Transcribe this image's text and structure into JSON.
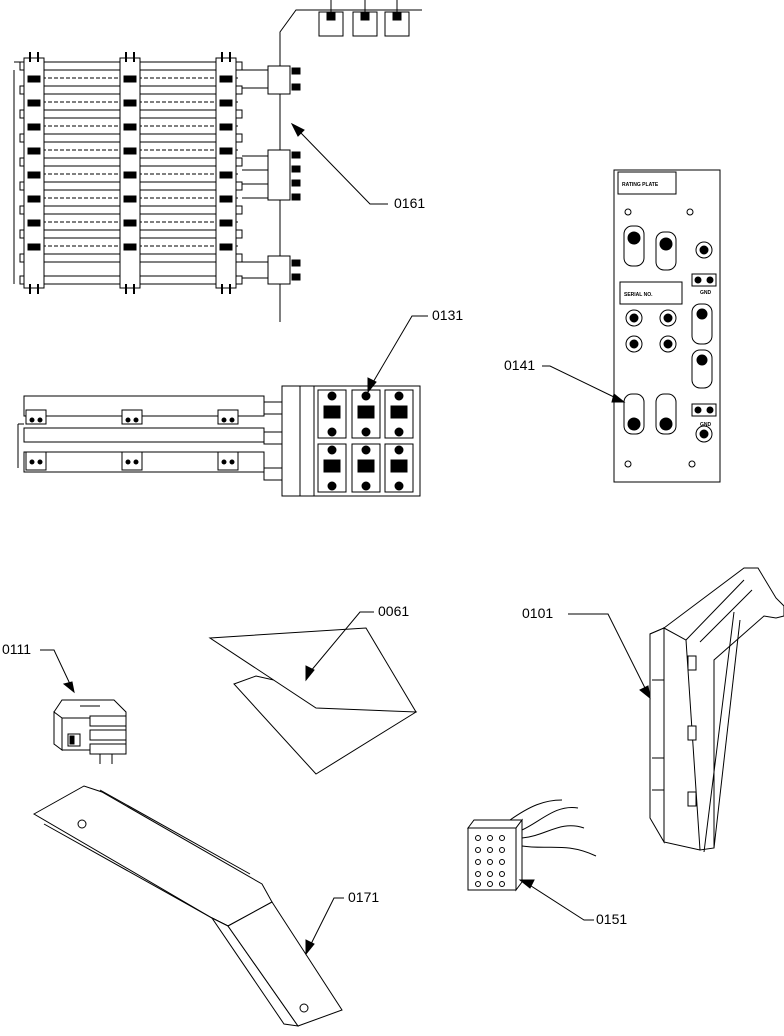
{
  "parts": [
    {
      "id": "0161",
      "description": "heater-element-assembly-top"
    },
    {
      "id": "0131",
      "description": "heater-element-assembly-bottom"
    },
    {
      "id": "0141",
      "description": "control-panel"
    },
    {
      "id": "0061",
      "description": "wiring-diagram-sheet"
    },
    {
      "id": "0111",
      "description": "relay"
    },
    {
      "id": "0101",
      "description": "mounting-bracket"
    },
    {
      "id": "0171",
      "description": "support-channel"
    },
    {
      "id": "0151",
      "description": "wire-harness-plug"
    }
  ],
  "panel_text": {
    "rating_plate": "RATING PLATE",
    "serial_no": "SERIAL NO.",
    "gnd_top": "GND",
    "gnd_bottom": "GND"
  },
  "colors": {
    "line": "#000000",
    "background": "#ffffff"
  }
}
